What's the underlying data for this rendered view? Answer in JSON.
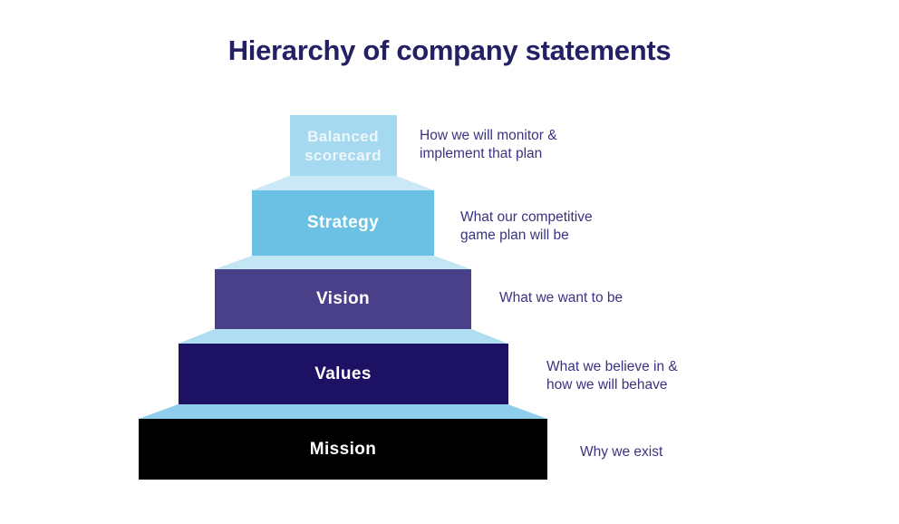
{
  "title": {
    "text": "Hierarchy of company statements",
    "color": "#232064"
  },
  "pyramid": {
    "levels": [
      {
        "name": "balanced-scorecard",
        "label": "Balanced scorecard",
        "description": "How we will monitor &\nimplement that plan",
        "color": "#A5D9EF",
        "label_color": "#EDF6FB"
      },
      {
        "name": "strategy",
        "label": "Strategy",
        "description": "What our competitive\ngame plan will be",
        "color": "#6BC1E3",
        "label_color": "#FFFFFF"
      },
      {
        "name": "vision",
        "label": "Vision",
        "description": "What we want to be",
        "color": "#4A4089",
        "label_color": "#FFFFFF"
      },
      {
        "name": "values",
        "label": "Values",
        "description": "What we believe in &\nhow we will behave",
        "color": "#1C1162",
        "label_color": "#FFFFFF"
      },
      {
        "name": "mission",
        "label": "Mission",
        "description": "Why we exist",
        "color": "#000000",
        "label_color": "#FFFFFF"
      }
    ],
    "connector_colors": [
      "#CBE8F6",
      "#C3E5F4",
      "#B0DDF2",
      "#8FCDEC"
    ],
    "description_color": "#3A3380"
  }
}
